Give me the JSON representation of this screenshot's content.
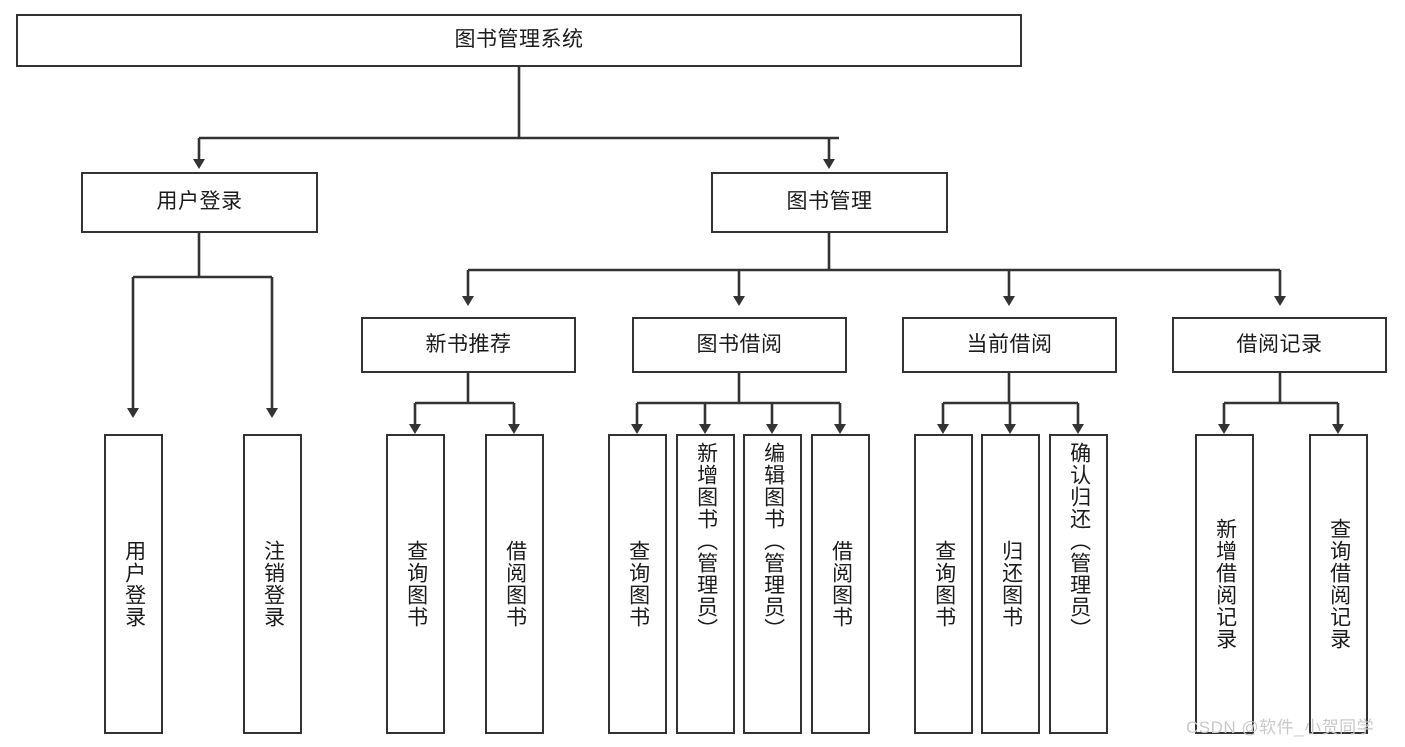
{
  "diagram": {
    "title": "图书管理系统",
    "type": "hierarchy-tree",
    "watermark": "CSDN @软件_小贺同学",
    "colors": {
      "background": "#ffffff",
      "box_border": "#333333",
      "box_fill": "#ffffff",
      "edge": "#333333",
      "text": "#1b1b1b",
      "watermark": "#c9c9c9"
    },
    "root": {
      "id": "root",
      "label": "图书管理系统"
    },
    "level2": [
      {
        "id": "user-login",
        "label": "用户登录"
      },
      {
        "id": "book-manage",
        "label": "图书管理"
      }
    ],
    "level3": [
      {
        "id": "new-book-recommend",
        "label": "新书推荐",
        "parent": "book-manage"
      },
      {
        "id": "book-borrow",
        "label": "图书借阅",
        "parent": "book-manage"
      },
      {
        "id": "current-borrow",
        "label": "当前借阅",
        "parent": "book-manage"
      },
      {
        "id": "borrow-record",
        "label": "借阅记录",
        "parent": "book-manage"
      }
    ],
    "leaves": [
      {
        "id": "leaf-user-login",
        "label": "用户登录",
        "parent": "user-login"
      },
      {
        "id": "leaf-user-logout",
        "label": "注销登录",
        "parent": "user-login"
      },
      {
        "id": "leaf-query-book-1",
        "label": "查询图书",
        "parent": "new-book-recommend"
      },
      {
        "id": "leaf-borrow-book-1",
        "label": "借阅图书",
        "parent": "new-book-recommend"
      },
      {
        "id": "leaf-query-book-2",
        "label": "查询图书",
        "parent": "book-borrow"
      },
      {
        "id": "leaf-add-book",
        "label": "新增图书（管理员）",
        "parent": "book-borrow"
      },
      {
        "id": "leaf-edit-book",
        "label": "编辑图书（管理员）",
        "parent": "book-borrow"
      },
      {
        "id": "leaf-borrow-book-2",
        "label": "借阅图书",
        "parent": "book-borrow"
      },
      {
        "id": "leaf-query-book-3",
        "label": "查询图书",
        "parent": "current-borrow"
      },
      {
        "id": "leaf-return-book",
        "label": "归还图书",
        "parent": "current-borrow"
      },
      {
        "id": "leaf-confirm-return",
        "label": "确认归还（管理员）",
        "parent": "current-borrow"
      },
      {
        "id": "leaf-add-record",
        "label": "新增借阅记录",
        "parent": "borrow-record"
      },
      {
        "id": "leaf-query-record",
        "label": "查询借阅记录",
        "parent": "borrow-record"
      }
    ]
  }
}
